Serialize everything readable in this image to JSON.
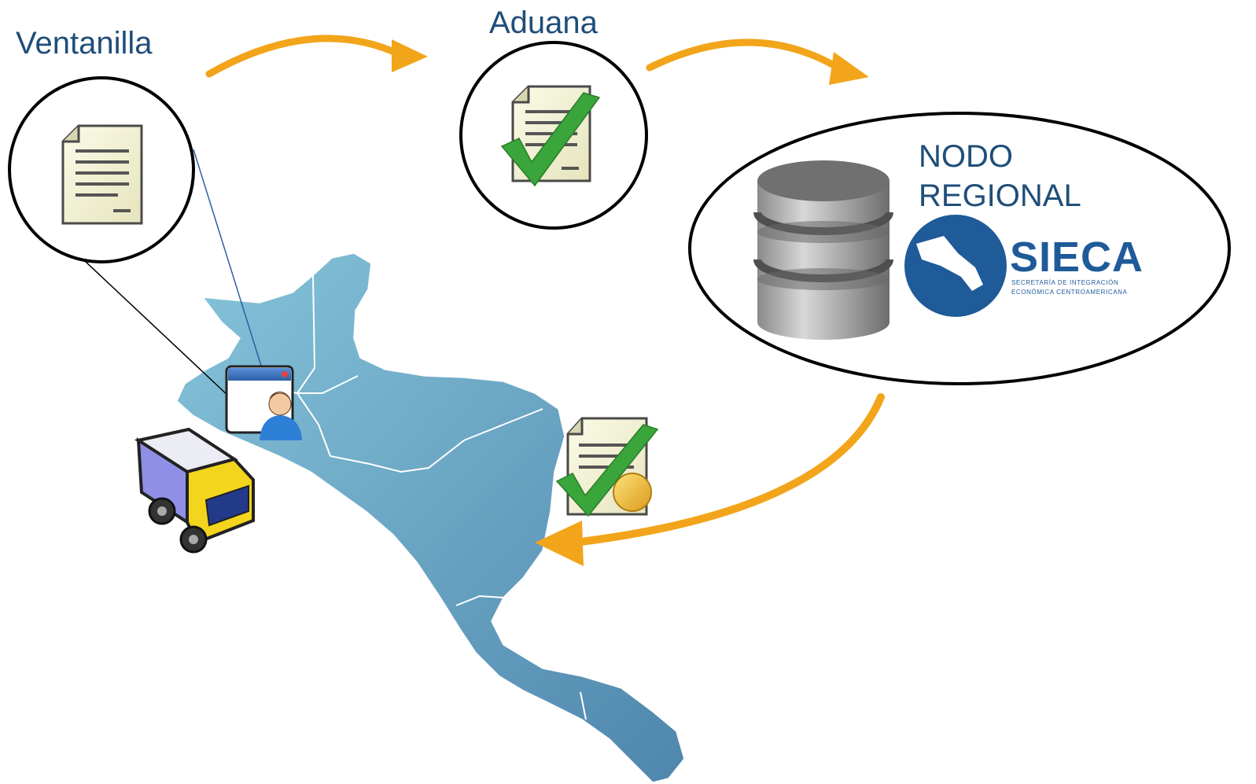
{
  "labels": {
    "ventanilla": "Ventanilla",
    "aduana": "Aduana",
    "nodo_line1": "NODO",
    "nodo_line2": "REGIONAL"
  },
  "logo": {
    "name": "SIECA",
    "subtitle_line1": "SECRETARÍA DE INTEGRACIÓN",
    "subtitle_line2": "ECONÓMICA CENTROAMERICANA"
  },
  "colors": {
    "label_text": "#1f4e79",
    "arrow": "#f2a51a",
    "map_fill": "#6fa8c6",
    "logo_blue": "#1f5a99",
    "check_green": "#3aa53a"
  },
  "icons": [
    "document-icon",
    "approved-document-icon",
    "database-icon",
    "sieca-logo",
    "user-window-icon",
    "truck-icon",
    "certified-document-icon"
  ]
}
